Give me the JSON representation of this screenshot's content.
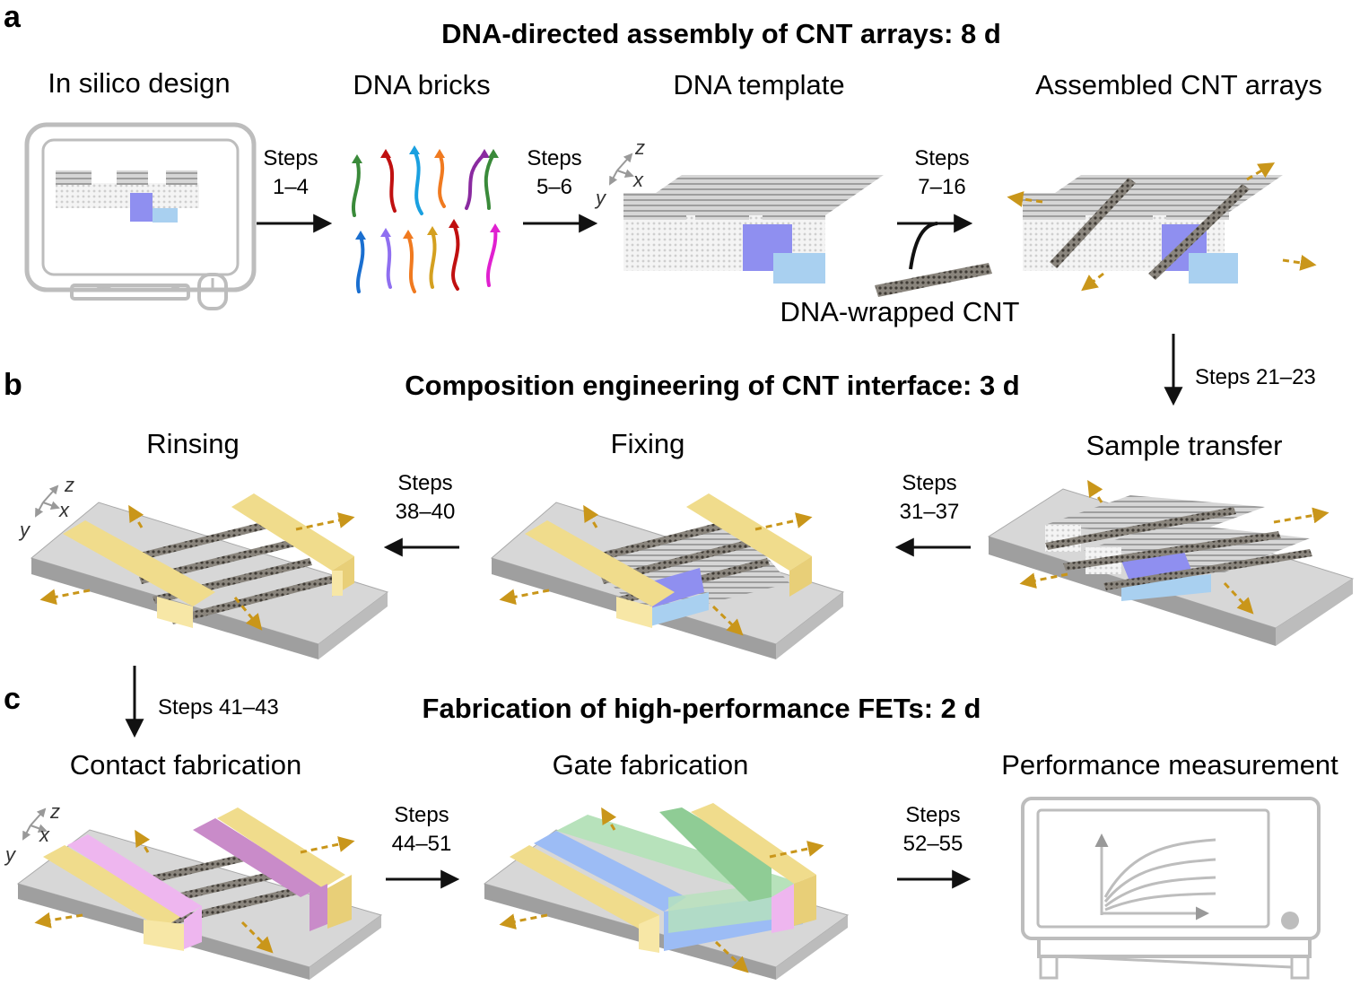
{
  "panels": {
    "a": {
      "letter": "a",
      "title": "DNA-directed assembly of CNT arrays: 8 d",
      "stages": [
        "In silico design",
        "DNA bricks",
        "DNA template",
        "Assembled CNT arrays"
      ],
      "steps": [
        [
          "Steps",
          "1–4"
        ],
        [
          "Steps",
          "5–6"
        ],
        [
          "Steps",
          "7–16"
        ]
      ],
      "cnt_label": "DNA-wrapped CNT"
    },
    "transition_ab": "Steps 21–23",
    "b": {
      "letter": "b",
      "title": "Composition engineering of CNT interface: 3 d",
      "stages": [
        "Rinsing",
        "Fixing",
        "Sample transfer"
      ],
      "steps": [
        [
          "Steps",
          "38–40"
        ],
        [
          "Steps",
          "31–37"
        ]
      ]
    },
    "transition_bc": "Steps 41–43",
    "c": {
      "letter": "c",
      "title": "Fabrication of high-performance FETs: 2 d",
      "stages": [
        "Contact fabrication",
        "Gate fabrication",
        "Performance measurement"
      ],
      "steps": [
        [
          "Steps",
          "44–51"
        ],
        [
          "Steps",
          "52–55"
        ]
      ]
    }
  },
  "axes_labels": [
    "z",
    "x",
    "y"
  ],
  "colors": {
    "dna_gray": "#c8c8c8",
    "dna_blue": "#8f8ff0",
    "dna_cyan": "#a9d0f0",
    "contact_yellow": "#f3df8e",
    "contact_pink": "#eeb6ef",
    "contact_purple": "#c98bc9",
    "gate_green": "#b7e2bb",
    "gate_blue": "#9cbcf5",
    "substrate": "#b9b9b9",
    "arrow_gold": "#c9961a",
    "outline": "#bdbdbd"
  },
  "icons": [
    "computer-monitor-icon",
    "mouse-icon",
    "dna-strand-icon",
    "cnt-tube-icon",
    "axes-icon",
    "measurement-instrument-icon"
  ]
}
